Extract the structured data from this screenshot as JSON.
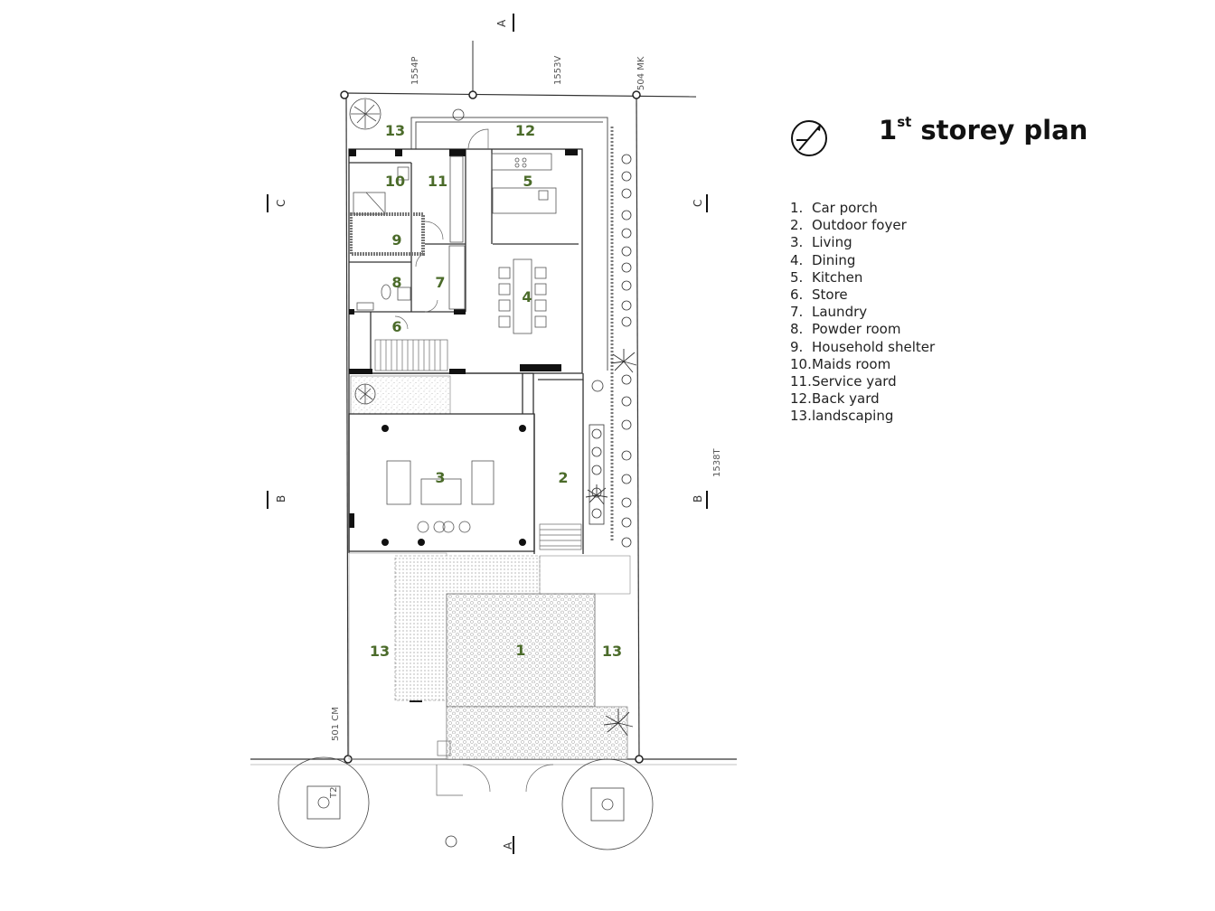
{
  "title": {
    "main": "1",
    "sup": "st",
    "rest": " storey plan"
  },
  "legend": [
    {
      "num": "1.",
      "label": "Car porch"
    },
    {
      "num": "2.",
      "label": "Outdoor foyer"
    },
    {
      "num": "3.",
      "label": "Living"
    },
    {
      "num": "4.",
      "label": "Dining"
    },
    {
      "num": "5.",
      "label": "Kitchen"
    },
    {
      "num": "6.",
      "label": "Store"
    },
    {
      "num": "7.",
      "label": "Laundry"
    },
    {
      "num": "8.",
      "label": "Powder room"
    },
    {
      "num": "9.",
      "label": "Household shelter"
    },
    {
      "num": "10.",
      "label": "Maids room"
    },
    {
      "num": "11.",
      "label": "Service yard"
    },
    {
      "num": "12.",
      "label": "Back yard"
    },
    {
      "num": "13.",
      "label": "landscaping"
    }
  ],
  "rooms": {
    "r1": "1",
    "r2": "2",
    "r3": "3",
    "r4": "4",
    "r5": "5",
    "r6": "6",
    "r7": "7",
    "r8": "8",
    "r9": "9",
    "r10": "10",
    "r11": "11",
    "r12": "12",
    "r13a": "13",
    "r13b": "13",
    "r13c": "13"
  },
  "sections": {
    "a": "A",
    "b": "B",
    "c": "C"
  },
  "lot_labels": {
    "top_left": "1554P",
    "top_mid": "1553V",
    "right": "1538T",
    "corner_top": "504 MK",
    "corner_bottom": "501 CM",
    "tree": "T2"
  },
  "colors": {
    "room_label": "#4b6b2a",
    "line": "#333333"
  }
}
